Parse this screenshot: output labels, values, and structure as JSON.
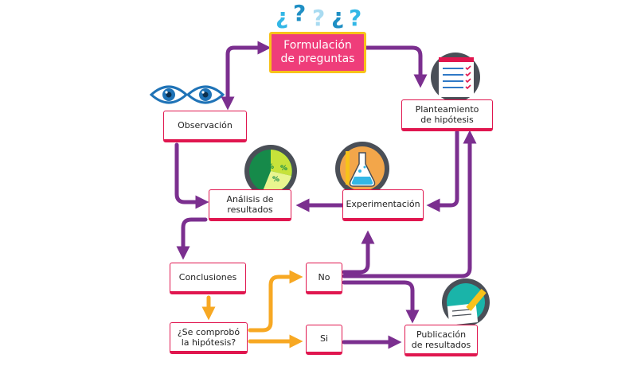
{
  "colors": {
    "purple": "#7b2f8f",
    "orange": "#f7a823",
    "pink": "#e0164f",
    "main_fill": "#ef3d7a",
    "main_border": "#f7c21a",
    "question_blue": "#33b7e6"
  },
  "question_marks": [
    "¿",
    "?",
    "?",
    "¿",
    "?"
  ],
  "nodes": {
    "formulacion": "Formulación\nde preguntas",
    "observacion": "Observación",
    "planteamiento": "Planteamiento\nde hipótesis",
    "analisis": "Análisis de\nresultados",
    "experimentacion": "Experimentación",
    "conclusiones": "Conclusiones",
    "no": "No",
    "se_comprobo": "¿Se comprobó\nla hipótesis?",
    "si": "Si",
    "publicacion": "Publicación\nde resultados"
  },
  "chart_icon_labels": [
    "%",
    "%",
    "%"
  ],
  "icons": [
    "eyes-icon",
    "checklist-icon",
    "pie-chart-icon",
    "flask-icon",
    "notepad-pencil-icon"
  ]
}
